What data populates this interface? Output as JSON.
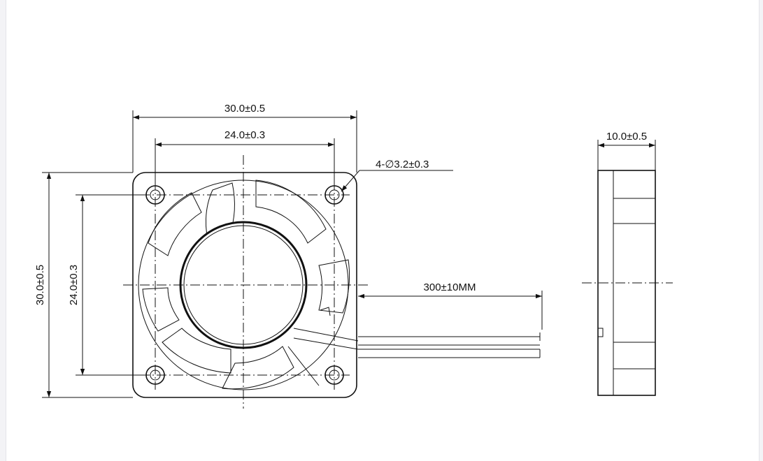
{
  "front_view": {
    "overall_width": "30.0±0.5",
    "hole_spacing_width": "24.0±0.3",
    "overall_height": "30.0±0.5",
    "hole_spacing_height": "24.0±0.3",
    "mounting_holes": "4-∅3.2±0.3",
    "lead_length": "300±10MM"
  },
  "side_view": {
    "thickness": "10.0±0.5"
  }
}
